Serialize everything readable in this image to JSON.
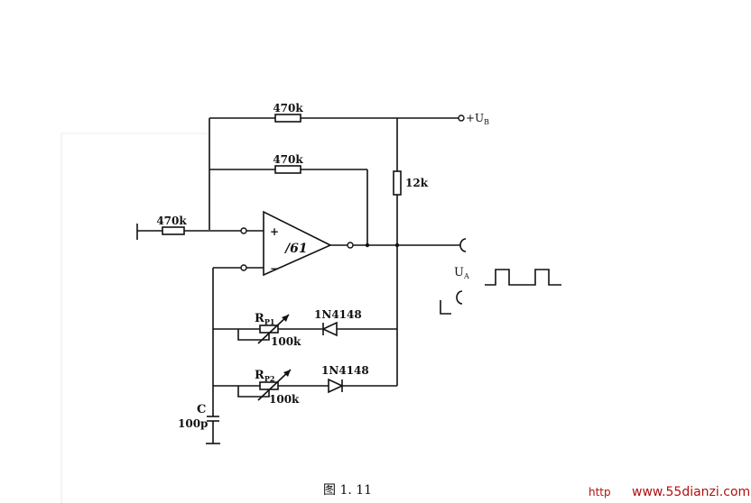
{
  "labels": {
    "r_top": "470k",
    "r_feedback": "470k",
    "r_input": "470k",
    "r_12k": "12k",
    "supply_prefix": "+U",
    "supply_sub": "B",
    "opamp": "/61",
    "plus": "+",
    "minus": "−",
    "rp1_main": "R",
    "rp1_sub": "P1",
    "rp1_value": "100k",
    "rp2_main": "R",
    "rp2_sub": "P2",
    "rp2_value": "100k",
    "diode1": "1N4148",
    "diode2": "1N4148",
    "cap_name": "C",
    "cap_value": "100p",
    "output_main": "U",
    "output_sub": "A"
  },
  "caption": "图 1. 11",
  "watermark": {
    "prefix": "http",
    "site": "www.55dianzi.com",
    "color": "#b01010"
  }
}
